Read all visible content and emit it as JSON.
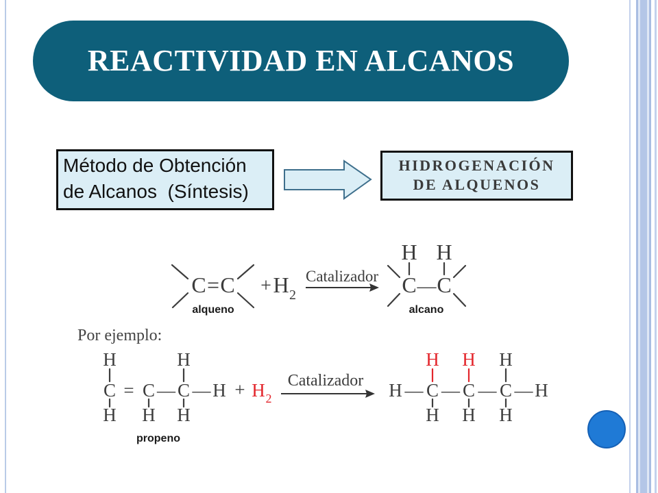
{
  "title": "REACTIVIDAD EN ALCANOS",
  "method_box": {
    "line1": "Método de Obtención",
    "line2": "de Alcanos  (Síntesis)"
  },
  "result_box": {
    "line1": "HIDROGENACIÓN",
    "line2": "DE ALQUENOS"
  },
  "general_reaction": {
    "carbon": "C",
    "hydrogen": "H",
    "double_bond": "=",
    "single_bond": "—",
    "plus": "+",
    "h2_symbol": "H",
    "h2_subscript": "2",
    "catalyst": "Catalizador",
    "reactant_label": "alqueno",
    "product_label": "alcano"
  },
  "example": {
    "heading": "Por ejemplo:",
    "carbon": "C",
    "hydrogen": "H",
    "double_bond": "=",
    "single_bond": "—",
    "plus": "+",
    "h2_symbol": "H",
    "h2_subscript": "2",
    "catalyst": "Catalizador",
    "reactant_label": "propeno"
  },
  "colors": {
    "title_background": "#0e5f7a",
    "box_background": "#dbeef6",
    "added_hydrogen": "#e3262c",
    "accent_circle": "#1f7ad6"
  }
}
